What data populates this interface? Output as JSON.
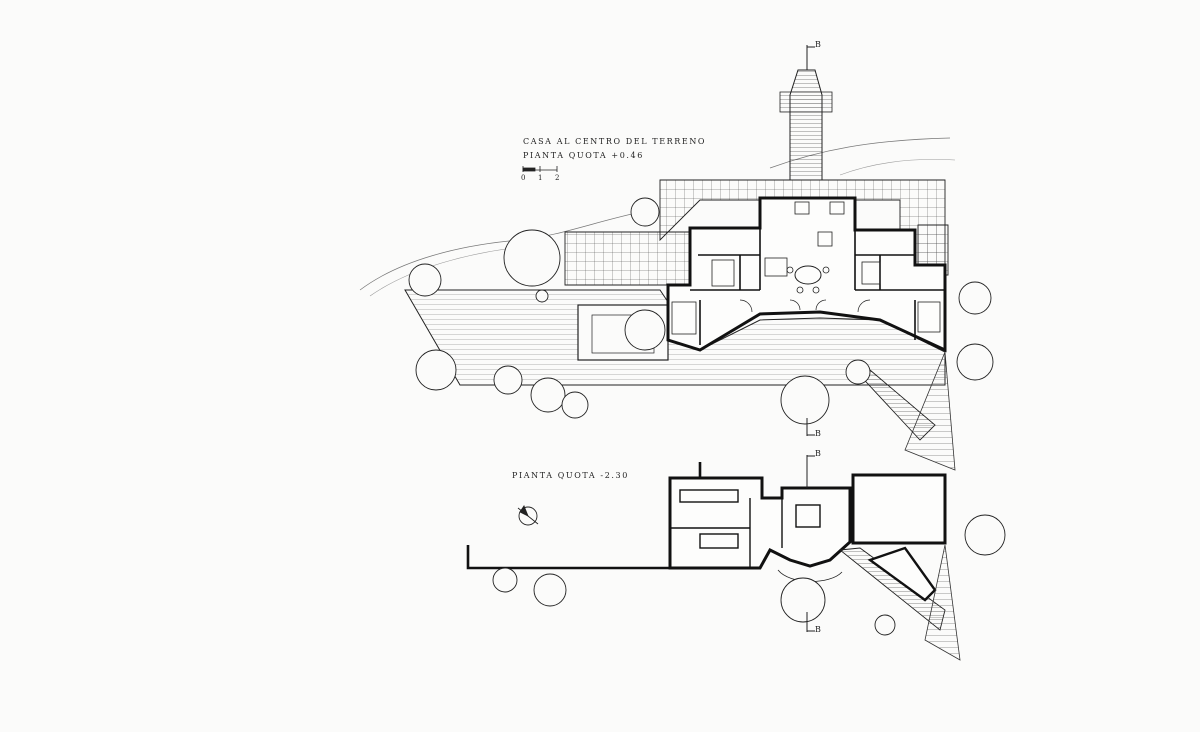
{
  "drawing": {
    "title_line1": "CASA AL CENTRO DEL TERRENO",
    "title_line2": "PIANTA QUOTA +0.46",
    "lower_plan_title": "PIANTA QUOTA -2.30",
    "scale_labels": [
      "0",
      "1",
      "2"
    ],
    "section_marks": [
      "B",
      "B",
      "B",
      "B"
    ]
  },
  "colors": {
    "ink": "#1a1a1a",
    "paper": "#fbfbfa"
  }
}
